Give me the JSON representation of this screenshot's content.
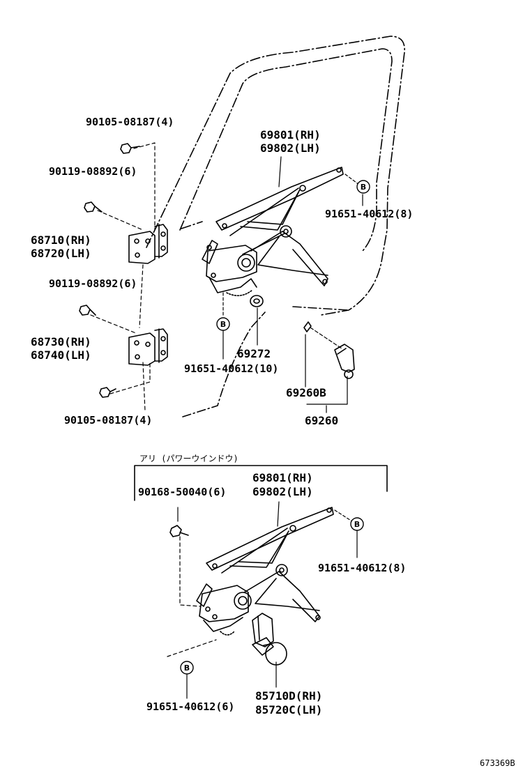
{
  "parts": {
    "bolt_hinge_top": "90105-08187(4)",
    "bolt_hinge_upper": "90119-08892(6)",
    "hinge_upper_rh": "68710(RH)",
    "hinge_upper_lh": "68720(LH)",
    "bolt_hinge_lower": "90119-08892(6)",
    "hinge_lower_rh": "68730(RH)",
    "hinge_lower_lh": "68740(LH)",
    "bolt_hinge_bottom": "90105-08187(4)",
    "regulator_rh": "69801(RH)",
    "regulator_lh": "69802(LH)",
    "bolt_regulator_top": "91651-40612(8)",
    "bolt_regulator_bottom": "91651-40612(10)",
    "washer": "69272",
    "handle_sub": "69260B",
    "handle": "69260"
  },
  "power_window": {
    "header": "アリ (パワーウインドウ)",
    "screw": "90168-50040(6)",
    "regulator_rh": "69801(RH)",
    "regulator_lh": "69802(LH)",
    "bolt_top": "91651-40612(8)",
    "bolt_bottom": "91651-40612(6)",
    "motor_rh": "85710D(RH)",
    "motor_lh": "85720C(LH)"
  },
  "marker": "B",
  "figure_ref": "673369B"
}
